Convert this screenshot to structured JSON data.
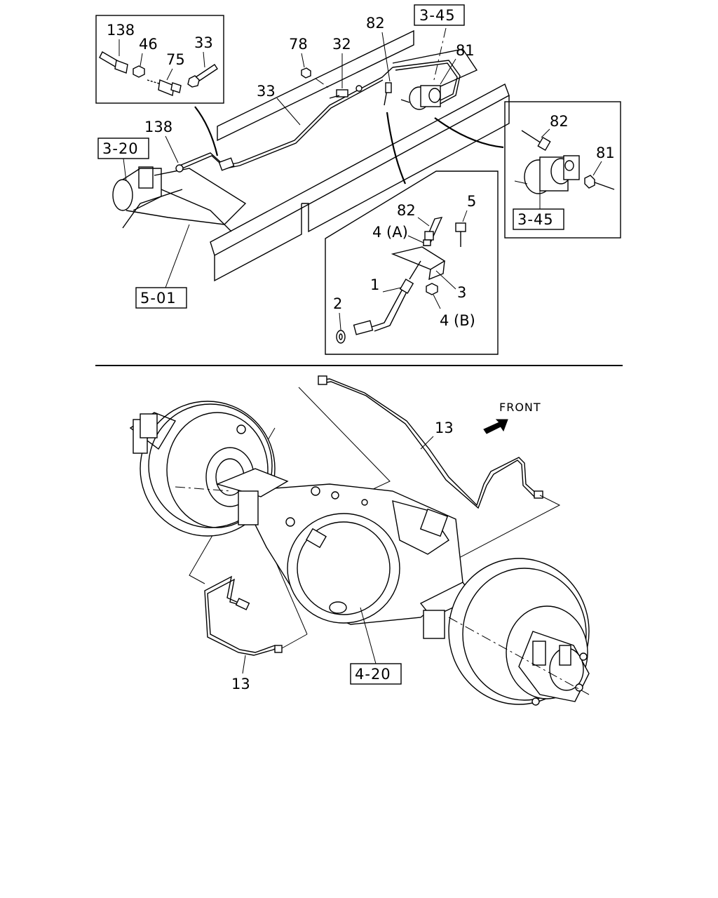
{
  "top_inset": {
    "labels": [
      "138",
      "46",
      "75",
      "33"
    ]
  },
  "top_view": {
    "labels": {
      "l78": "78",
      "l32": "32",
      "l82": "82",
      "l81": "81",
      "l33": "33",
      "l138": "138"
    },
    "refs": {
      "r345": "3-45",
      "r320": "3-20",
      "r501": "5-01"
    }
  },
  "right_inset": {
    "labels": {
      "l82": "82",
      "l81": "81"
    },
    "ref": "3-45"
  },
  "detail_inset": {
    "labels": {
      "l82": "82",
      "l5": "5",
      "l4a": "4 (A)",
      "l1": "1",
      "l3": "3",
      "l2": "2",
      "l4b": "4 (B)"
    }
  },
  "bottom_view": {
    "front_label": "FRONT",
    "labels": {
      "l13a": "13",
      "l13b": "13"
    },
    "ref": "4-20"
  }
}
